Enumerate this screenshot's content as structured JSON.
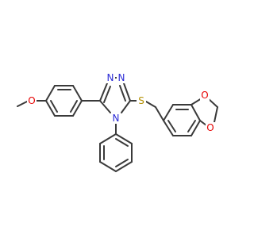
{
  "molecule": {
    "atoms": {
      "o_methoxy": "O",
      "n_1": "N",
      "n_2": "N",
      "n_4": "N",
      "s": "S",
      "o_dioxole_top": "O",
      "o_dioxole_bottom": "O"
    },
    "colors": {
      "bond": "#3a3a3a",
      "nitrogen": "#2b2bd6",
      "oxygen": "#e60000",
      "sulfur": "#b38f00"
    }
  }
}
